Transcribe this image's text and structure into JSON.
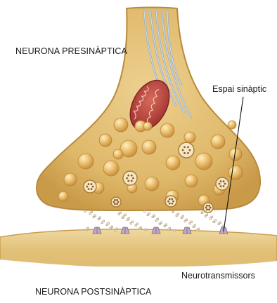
{
  "labels": {
    "presynaptic": "NEURONA PRESINÀPTICA",
    "synaptic_space": "Espai sinàptic",
    "neurotransmitters": "Neurotransmissors",
    "postsynaptic": "NEURONA POSTSINÀPTICA"
  },
  "colors": {
    "terminal_fill": "#e2bc6f",
    "terminal_edge": "#c49645",
    "vesicle": "#e7b965",
    "vesicle_highlight": "#fbe9bd",
    "mitochondrion": "#b8433f",
    "membrane_post": "#d4ab5b",
    "receptor": "#bfa6c4",
    "microtubule": "#9aaec4"
  }
}
